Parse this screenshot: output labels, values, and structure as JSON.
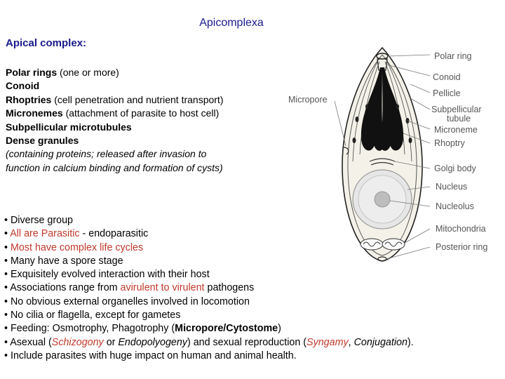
{
  "title": "Apicomplexa",
  "subtitle": "Apical complex:",
  "features": [
    {
      "bold": "Polar rings",
      "rest": " (one or more)"
    },
    {
      "bold": "Conoid",
      "rest": ""
    },
    {
      "bold": "Rhoptries",
      "rest": " (cell penetration and nutrient transport)"
    },
    {
      "bold": "Micronemes",
      "rest": " (attachment of parasite to host cell)"
    },
    {
      "bold": "Subpellicular microtubules",
      "rest": ""
    },
    {
      "bold": "Dense granules",
      "rest": ""
    }
  ],
  "features_note_1": "(containing proteins; released after invasion to",
  "features_note_2": "function in calcium binding and formation of cysts)",
  "diagram_labels": {
    "micropore": "Micropore",
    "polar_ring": "Polar ring",
    "conoid": "Conoid",
    "pellicle": "Pellicle",
    "subpellicular_1": "Subpellicular",
    "subpellicular_2": "tubule",
    "microneme": "Microneme",
    "rhoptry": "Rhoptry",
    "golgi": "Golgi body",
    "nucleus": "Nucleus",
    "nucleolus": "Nucleolus",
    "mitochondria": "Mitochondria",
    "posterior_ring": "Posterior ring"
  },
  "bullets": {
    "b1": "• Diverse group",
    "b2_a": "• ",
    "b2_red": "All are Parasitic",
    "b2_b": " - endoparasitic",
    "b3_a": "• ",
    "b3_red": "Most have complex life cycles",
    "b4": "• Many have a spore stage",
    "b5": "• Exquisitely evolved interaction with their host",
    "b6_a": "• Associations range from ",
    "b6_red": "avirulent to virulent",
    "b6_b": " pathogens",
    "b7": "• No obvious external organelles involved in locomotion",
    "b8": "• No cilia or flagella, except for gametes",
    "b9_a": "• Feeding: Osmotrophy, Phagotrophy (",
    "b9_bold": "Micropore/Cytostome",
    "b9_b": ")",
    "b10_a": "• Asexual (",
    "b10_red1": "Schizogony",
    "b10_b": " or ",
    "b10_it": "Endopolyogeny",
    "b10_c": ") and sexual reproduction (",
    "b10_red2": "Syngamy",
    "b10_d": ", ",
    "b10_it2": "Conjugation",
    "b10_e": ").",
    "b11": "• Include parasites with huge impact on human and animal health."
  }
}
